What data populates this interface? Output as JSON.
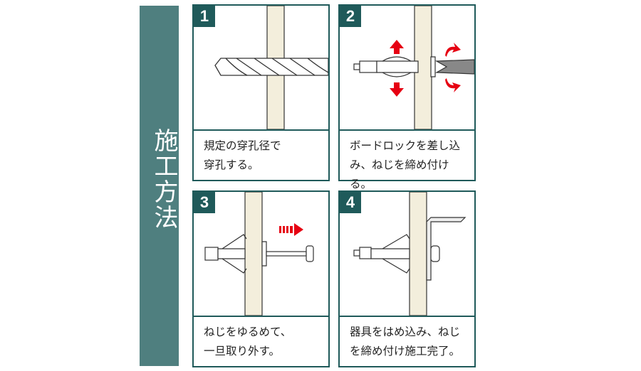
{
  "title": "施工方法",
  "steps": [
    {
      "number": "1",
      "caption_line1": "規定の穿孔径で",
      "caption_line2": "穿孔する。"
    },
    {
      "number": "2",
      "caption_line1": "ボードロックを差し込",
      "caption_line2": "み、ねじを締め付ける。"
    },
    {
      "number": "3",
      "caption_line1": "ねじをゆるめて、",
      "caption_line2": "一旦取り外す。"
    },
    {
      "number": "4",
      "caption_line1": "器具をはめ込み、ねじ",
      "caption_line2": "を締め付け施工完了。"
    }
  ],
  "colors": {
    "band": "#4f7f7f",
    "border": "#1f5a5a",
    "wall": "#f3eedc",
    "arrow": "#e60012"
  }
}
